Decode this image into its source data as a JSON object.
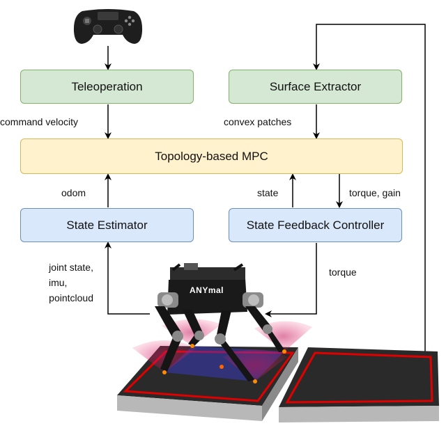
{
  "nodes": {
    "teleoperation": "Teleoperation",
    "surface_extractor": "Surface Extractor",
    "mpc": "Topology-based MPC",
    "state_estimator": "State Estimator",
    "feedback_controller": "State Feedback Controller"
  },
  "edge_labels": {
    "command_velocity": "command velocity",
    "convex_patches": "convex patches",
    "odom": "odom",
    "state": "state",
    "torque_gain": "torque, gain",
    "torque": "torque",
    "joint_state": "joint state,",
    "imu": "imu,",
    "pointcloud": "pointcloud"
  },
  "robot_logo": "ANYmal",
  "colors": {
    "green_fill": "#d5e8d4",
    "green_stroke": "#82b366",
    "yellow_fill": "#fff2cc",
    "yellow_stroke": "#d6b656",
    "blue_fill": "#dae8fc",
    "blue_stroke": "#6c8ebf",
    "terrain_red": "#e00000"
  }
}
